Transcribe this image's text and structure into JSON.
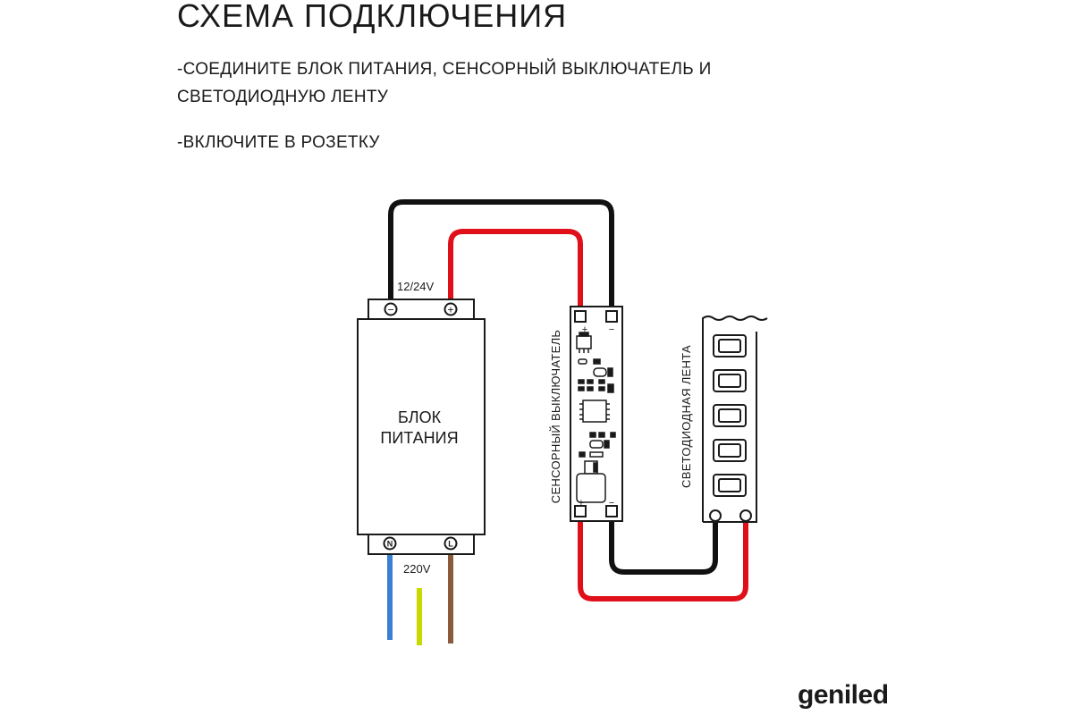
{
  "title": "СХЕМА ПОДКЛЮЧЕНИЯ",
  "steps": [
    "-СОЕДИНИТЕ БЛОК ПИТАНИЯ, СЕНСОРНЫЙ ВЫКЛЮЧАТЕЛЬ И СВЕТОДИОДНУЮ ЛЕНТУ",
    "-ВКЛЮЧИТЕ В РОЗЕТКУ"
  ],
  "power_supply": {
    "label_line1": "БЛОК",
    "label_line2": "ПИТАНИЯ",
    "output_voltage": "12/24V",
    "input_voltage": "220V",
    "terminal_minus": "−",
    "terminal_plus": "+",
    "terminal_n": "N",
    "terminal_l": "L"
  },
  "switch": {
    "label": "СЕНСОРНЫЙ ВЫКЛЮЧАТЕЛЬ",
    "plus": "+",
    "minus": "−"
  },
  "led_strip": {
    "label": "СВЕТОДИОДНАЯ ЛЕНТА",
    "led_count": 5
  },
  "colors": {
    "negative_wire": "#111111",
    "positive_wire": "#e0101a",
    "neutral_wire": "#3b7fd4",
    "ground_wire": "#c8d800",
    "live_wire": "#8b5a3c"
  },
  "brand": "geniled"
}
